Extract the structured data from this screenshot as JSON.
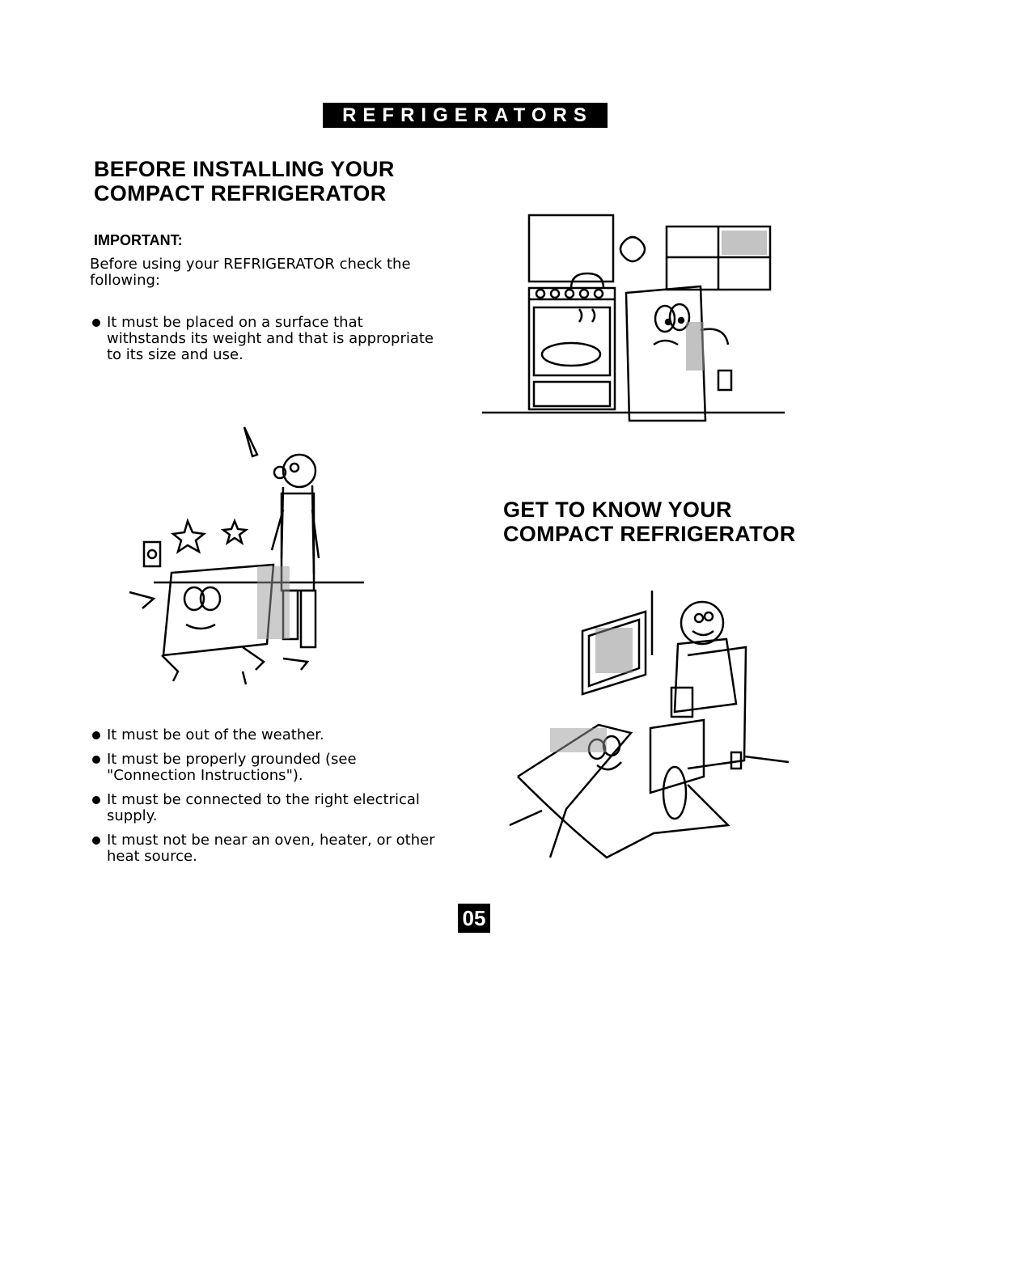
{
  "header": {
    "banner": "REFRIGERATORS"
  },
  "section1": {
    "heading_lines": [
      "BEFORE INSTALLING YOUR",
      "COMPACT REFRIGERATOR"
    ],
    "important_label": "IMPORTANT:",
    "intro": "Before using your REFRIGERATOR check the following:",
    "bullets_top": [
      "It must be placed on a surface that withstands its weight and that is appropriate to its size and use."
    ],
    "bullets_bottom": [
      "It must be out of the weather.",
      "It must be properly grounded (see \"Connection Instructions\").",
      "It must be connected to the right electrical supply.",
      "It must not be near an oven, heater, or other heat source."
    ]
  },
  "section2": {
    "heading_lines": [
      "GET TO KNOW YOUR",
      "COMPACT REFRIGERATOR"
    ]
  },
  "illustrations": {
    "kitchen": "cartoon-refrigerator-next-to-stove",
    "fall": "cartoon-refrigerator-falling-through-floor",
    "relax": "cartoon-man-relaxing-with-refrigerator"
  },
  "footer": {
    "page_number": "05"
  }
}
